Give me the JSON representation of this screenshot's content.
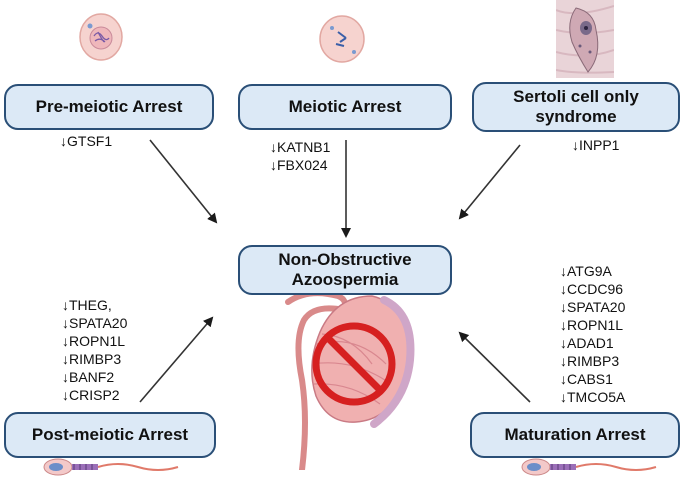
{
  "stages": {
    "pre_meiotic": {
      "title": "Pre-meiotic Arrest",
      "genes": [
        "↓GTSF1"
      ]
    },
    "meiotic": {
      "title": "Meiotic Arrest",
      "genes": [
        "↓KATNB1",
        "↓FBX024"
      ]
    },
    "sertoli": {
      "title_line1": "Sertoli cell only",
      "title_line2": "syndrome",
      "genes": [
        "↓INPP1"
      ]
    },
    "center": {
      "title_line1": "Non-Obstructive",
      "title_line2": "Azoospermia"
    },
    "post_meiotic": {
      "title": "Post-meiotic Arrest",
      "genes": [
        "↓THEG,",
        "↓SPATA20",
        "↓ROPN1L",
        "↓RIMBP3",
        "↓BANF2",
        "↓CRISP2"
      ]
    },
    "maturation": {
      "title": "Maturation Arrest",
      "genes": [
        "↓ATG9A",
        "↓CCDC96",
        "↓SPATA20",
        "↓ROPN1L",
        "↓ADAD1",
        "↓RIMBP3",
        "↓CABS1",
        "↓TMCO5A"
      ]
    }
  },
  "colors": {
    "box_fill": "#dce9f6",
    "box_border": "#2a4f77",
    "prohibition": "#d62020",
    "testis": "#d98a8a"
  }
}
